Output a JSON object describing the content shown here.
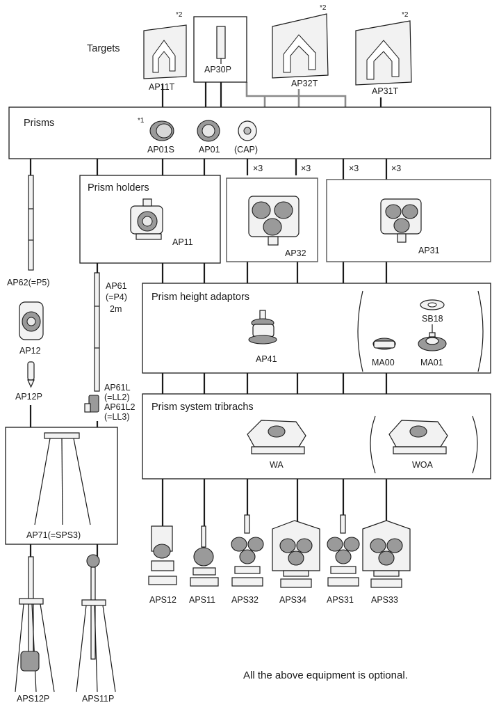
{
  "sections": {
    "targets": "Targets",
    "prisms": "Prisms",
    "prism_holders": "Prism holders",
    "height_adaptors": "Prism height adaptors",
    "tribrachs": "Prism system tribrachs"
  },
  "targets": {
    "ap11t": {
      "label": "AP11T",
      "mark": "*2"
    },
    "ap30p": {
      "label": "AP30P"
    },
    "ap32t": {
      "label": "AP32T",
      "mark": "*2"
    },
    "ap31t": {
      "label": "AP31T",
      "mark": "*2"
    }
  },
  "prisms": {
    "ap01s": {
      "label": "AP01S",
      "mark": "*1"
    },
    "ap01": {
      "label": "AP01"
    },
    "cap": {
      "label": "(CAP)"
    }
  },
  "multipliers": [
    "×3",
    "×3",
    "×3",
    "×3"
  ],
  "holders": {
    "ap11": "AP11",
    "ap32": "AP32",
    "ap31": "AP31"
  },
  "adaptors": {
    "ap41": "AP41",
    "sb18": "SB18",
    "ma00": "MA00",
    "ma01": "MA01"
  },
  "tribrachs": {
    "wa": "WA",
    "woa": "WOA"
  },
  "poles": {
    "ap62": "AP62(=P5)",
    "ap12": "AP12",
    "ap12p": "AP12P",
    "ap61": "AP61",
    "ap61_alt": "(=P4)",
    "ap61_len": "2m",
    "ap61l": "AP61L",
    "ap61l_alt": "(=LL2)",
    "ap61l2": "AP61L2",
    "ap61l2_alt": "(=LL3)"
  },
  "tripod": {
    "label": "AP71(=SPS3)"
  },
  "sets": [
    "APS12",
    "APS11",
    "APS32",
    "APS34",
    "APS31",
    "APS33"
  ],
  "tripod_sets": [
    "APS12P",
    "APS11P"
  ],
  "footnote": "All the above equipment is optional."
}
